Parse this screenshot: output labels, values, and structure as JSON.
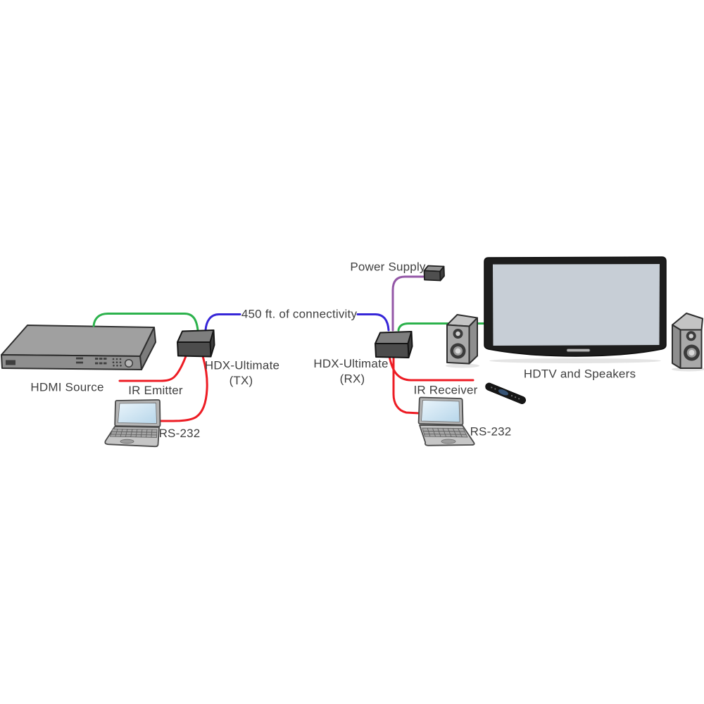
{
  "diagram": {
    "description": "HDMI extender connection diagram",
    "labels": {
      "hdmi_source": "HDMI Source",
      "ir_emitter": "IR Emitter",
      "rs232_left": "RS-232",
      "tx_name": "HDX-Ultimate",
      "tx_sub": "(TX)",
      "link_length": "450 ft. of connectivity",
      "rx_name": "HDX-Ultimate",
      "rx_sub": "(RX)",
      "power_supply": "Power Supply",
      "ir_receiver": "IR Receiver",
      "rs232_right": "RS-232",
      "hdtv_speakers": "HDTV and Speakers"
    },
    "colors": {
      "hdmi_cable": "#2cb24c",
      "link_cable": "#3626d8",
      "power_cable": "#9457a7",
      "ir_serial_cable": "#ed1c24",
      "label_text": "#3f3f3f",
      "extender_top": "#7e7e7e",
      "extender_front": "#4c4c4c",
      "tv_bezel": "#1d1d1d",
      "tv_screen": "#c7ced6"
    }
  }
}
